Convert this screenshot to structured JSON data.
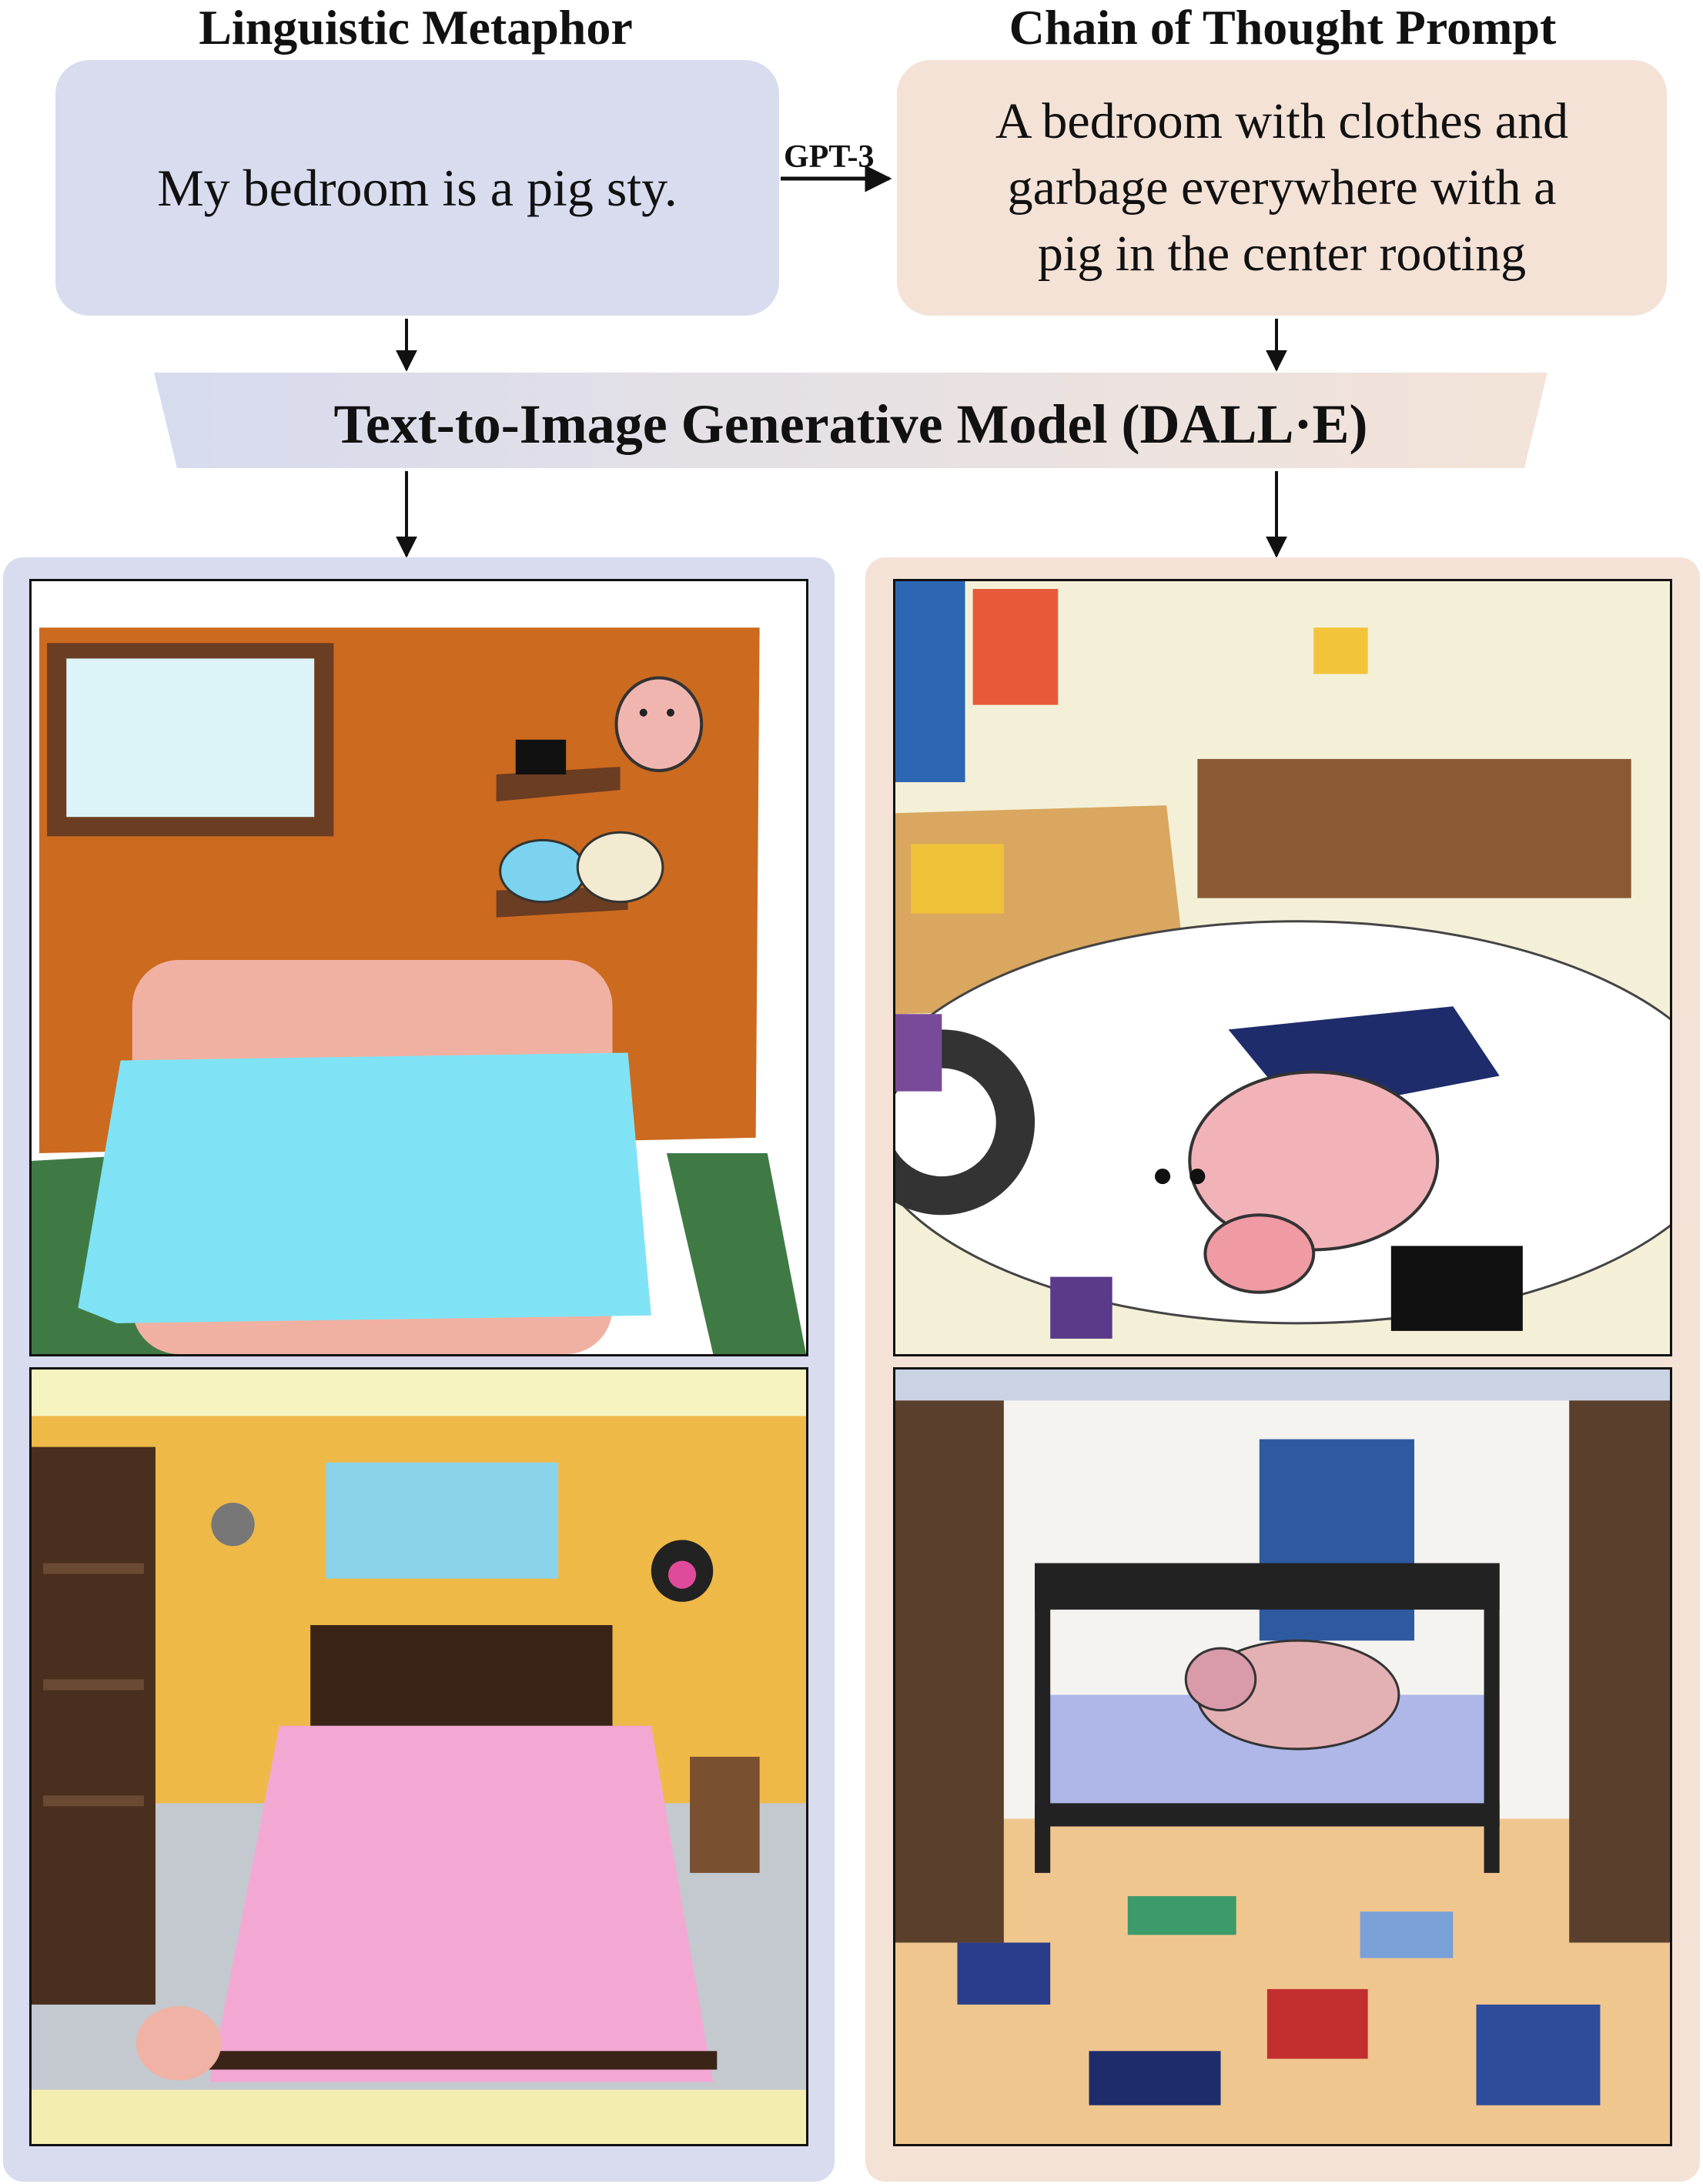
{
  "left_heading": "Linguistic Metaphor",
  "right_heading": "Chain of Thought Prompt",
  "metaphor_text": "My bedroom is a pig sty.",
  "gpt_label": "GPT-3",
  "prompt_lines": [
    "A bedroom with clothes and",
    "garbage everywhere with a",
    "pig in the center rooting"
  ],
  "model_label": "Text-to-Image Generative Model (DALL·E)",
  "colors": {
    "metaphor_box": "#d8dcee",
    "prompt_box": "#f4e2d6",
    "left_panel": "#d8dcee",
    "right_panel": "#f4e2d6"
  },
  "images": [
    {
      "name": "metaphor-image-1",
      "icon": "cartoon-bedroom-with-pig-on-shelf"
    },
    {
      "name": "metaphor-image-2",
      "icon": "pink-bed-bedroom-with-toy-pig"
    },
    {
      "name": "prompt-image-1",
      "icon": "messy-room-with-pig-on-rug"
    },
    {
      "name": "prompt-image-2",
      "icon": "messy-bedroom-pig-on-bed"
    }
  ]
}
